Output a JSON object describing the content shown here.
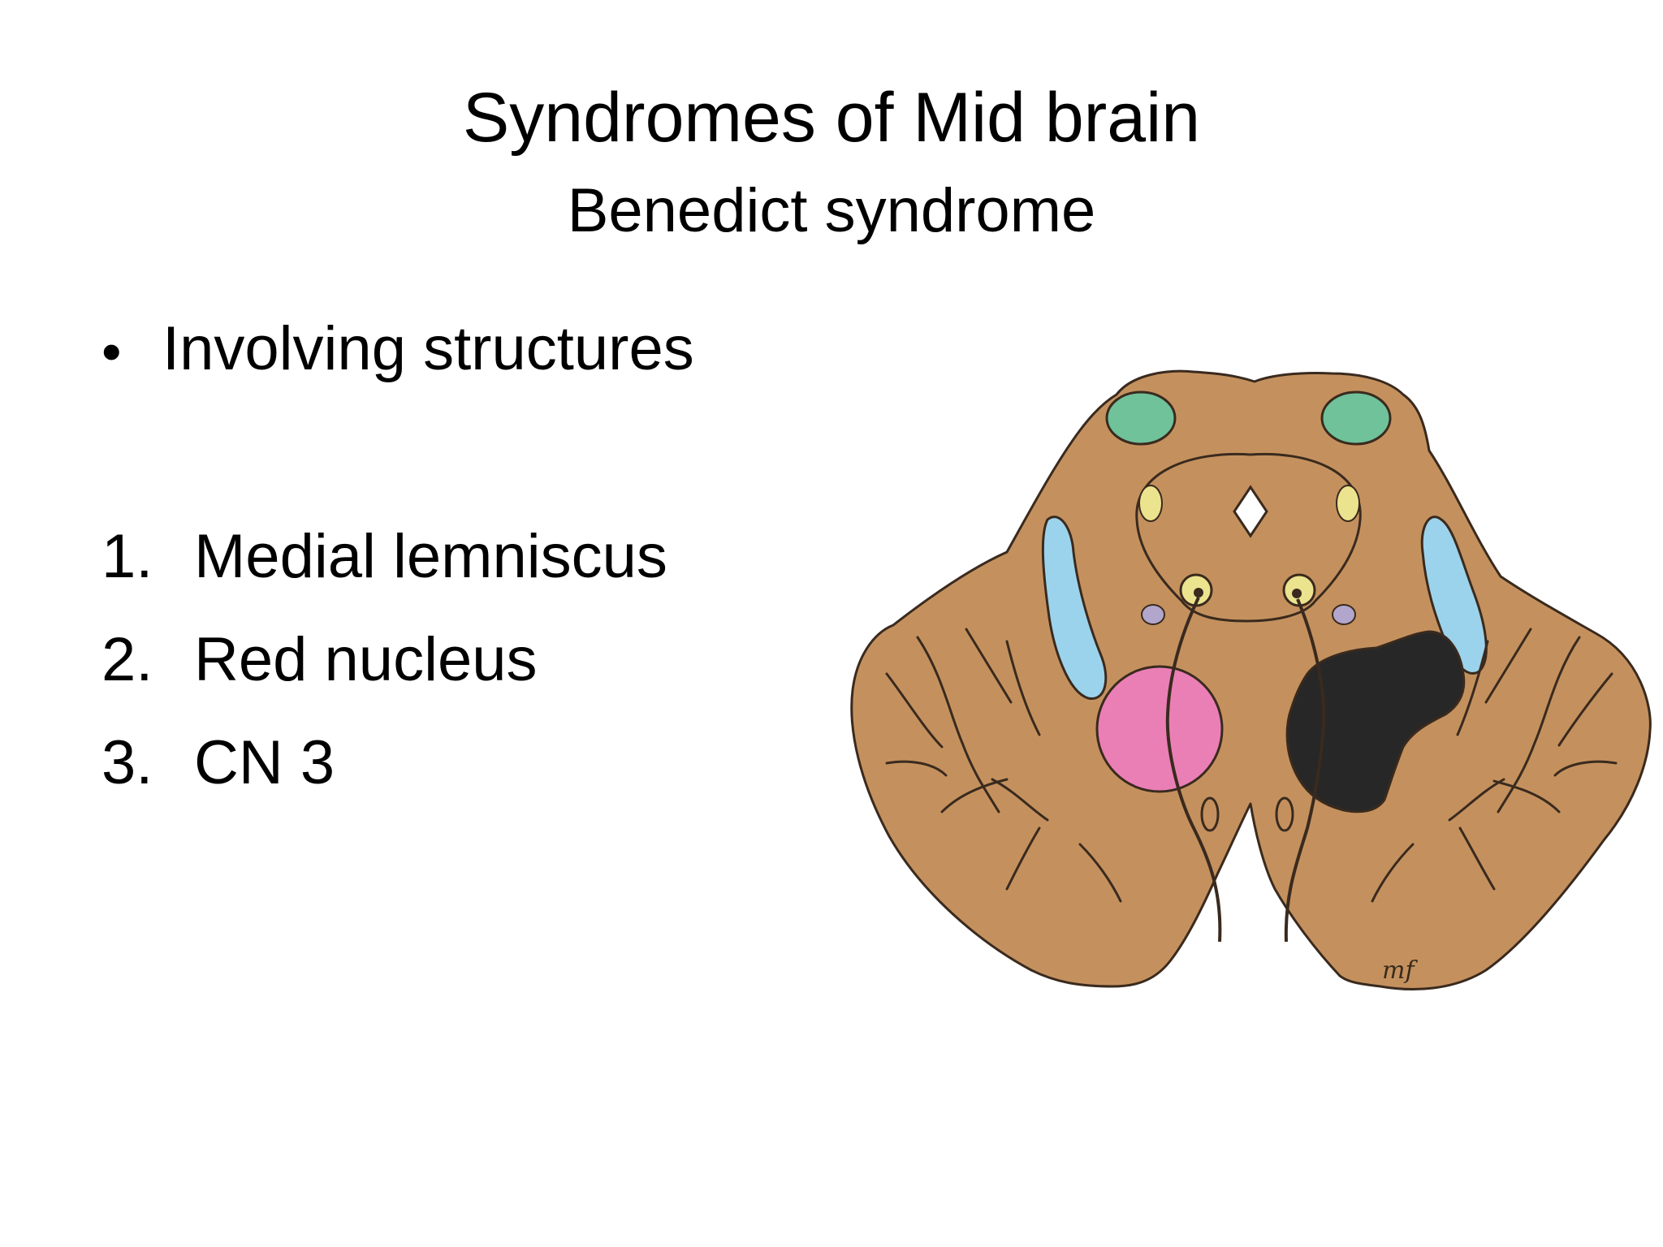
{
  "slide": {
    "title": "Syndromes of Mid brain",
    "subtitle": "Benedict syndrome",
    "bullet": {
      "symbol": "•",
      "text": "Involving structures"
    },
    "list": [
      {
        "number": "1.",
        "text": "Medial lemniscus"
      },
      {
        "number": "2.",
        "text": "Red nucleus"
      },
      {
        "number": "3.",
        "text": "CN 3"
      }
    ]
  },
  "figure": {
    "signature": "mf",
    "colors": {
      "tissue": "#c4915e",
      "outline": "#3a2a1e",
      "superior_colliculus": "#6fc29a",
      "medial_lemniscus": "#9cd3ec",
      "red_nucleus": "#ea7fb6",
      "cn3_nucleus": "#ece38f",
      "small_nucleus": "#b2a6cc",
      "lesion": "#272727",
      "aqueduct": "#ffffff"
    }
  }
}
